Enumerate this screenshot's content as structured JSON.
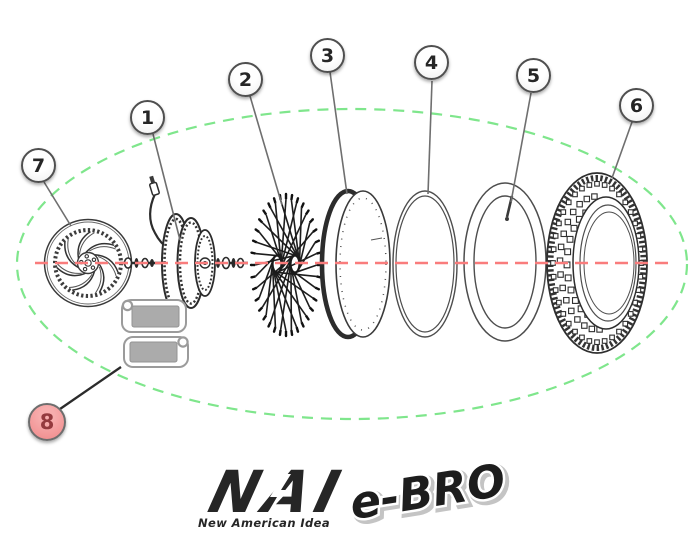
{
  "diagram": {
    "type": "exploded-parts-diagram",
    "callouts": [
      {
        "number": "1",
        "target": "hub-motor"
      },
      {
        "number": "2",
        "target": "spoke-set"
      },
      {
        "number": "3",
        "target": "rim"
      },
      {
        "number": "4",
        "target": "rim-band"
      },
      {
        "number": "5",
        "target": "inner-tube"
      },
      {
        "number": "6",
        "target": "tire"
      },
      {
        "number": "7",
        "target": "brake-disc"
      },
      {
        "number": "8",
        "target": "brake-pads",
        "variant": "highlight"
      }
    ],
    "colors": {
      "boundary_dash_green": "#7fe68c",
      "centerline_dash_red": "#f97c7c",
      "callout_fill": "#ffffff",
      "callout_border": "#4f4f4f",
      "highlight_callout_fill": "#f29090",
      "highlight_callout_text": "#943a3e",
      "line_art": "#3a3a3a",
      "pad_gray": "#ababab",
      "logo_black": "#1d1d1d"
    }
  },
  "branding": {
    "nai_monogram": "NAI",
    "nai_tagline": "New American Idea",
    "ebro_wordmark": "e-BRO"
  }
}
